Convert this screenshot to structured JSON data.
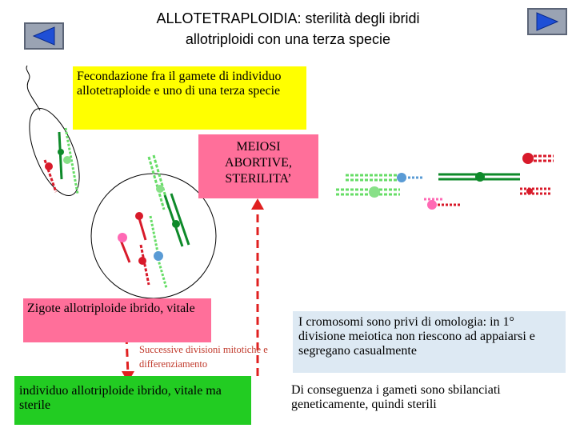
{
  "title_line1": "ALLOTETRAPLOIDIA: sterilità degli ibridi",
  "title_line2": "allotriploidi con una terza specie",
  "nav": {
    "back_icon": "left-arrow-icon",
    "forward_icon": "right-arrow-icon"
  },
  "boxes": {
    "fecondazione": "Fecondazione fra il gamete di individuo allotetraploide e uno di una terza specie",
    "meiosi": "MEIOSI ABORTIVE, STERILITA’",
    "zigote": "Zigote allotriploide ibrido, vitale",
    "divisioni": "Successive divisioni mitotiche e differenziamento",
    "cromosomi": "I cromosomi sono privi di omologia: in 1° divisione meiotica non riescono ad appaiarsi e segregano casualmente",
    "individuo": "individuo allotriploide ibrido, vitale ma sterile",
    "conseguenza": "Di conseguenza i gameti sono sbilanciati geneticamente, quindi sterili"
  },
  "colors": {
    "yellow_box": "#ffff00",
    "pink_box": "#ff6f9a",
    "green_box": "#22cc22",
    "blue_box": "#dde9f3",
    "arrow": "#e02020",
    "chrom_red": "#d81a2a",
    "chrom_green_light": "#66dd66",
    "chrom_green_dark": "#0e8a2a",
    "chrom_pink": "#ff69b4",
    "chrom_blue": "#5a9bd5"
  }
}
